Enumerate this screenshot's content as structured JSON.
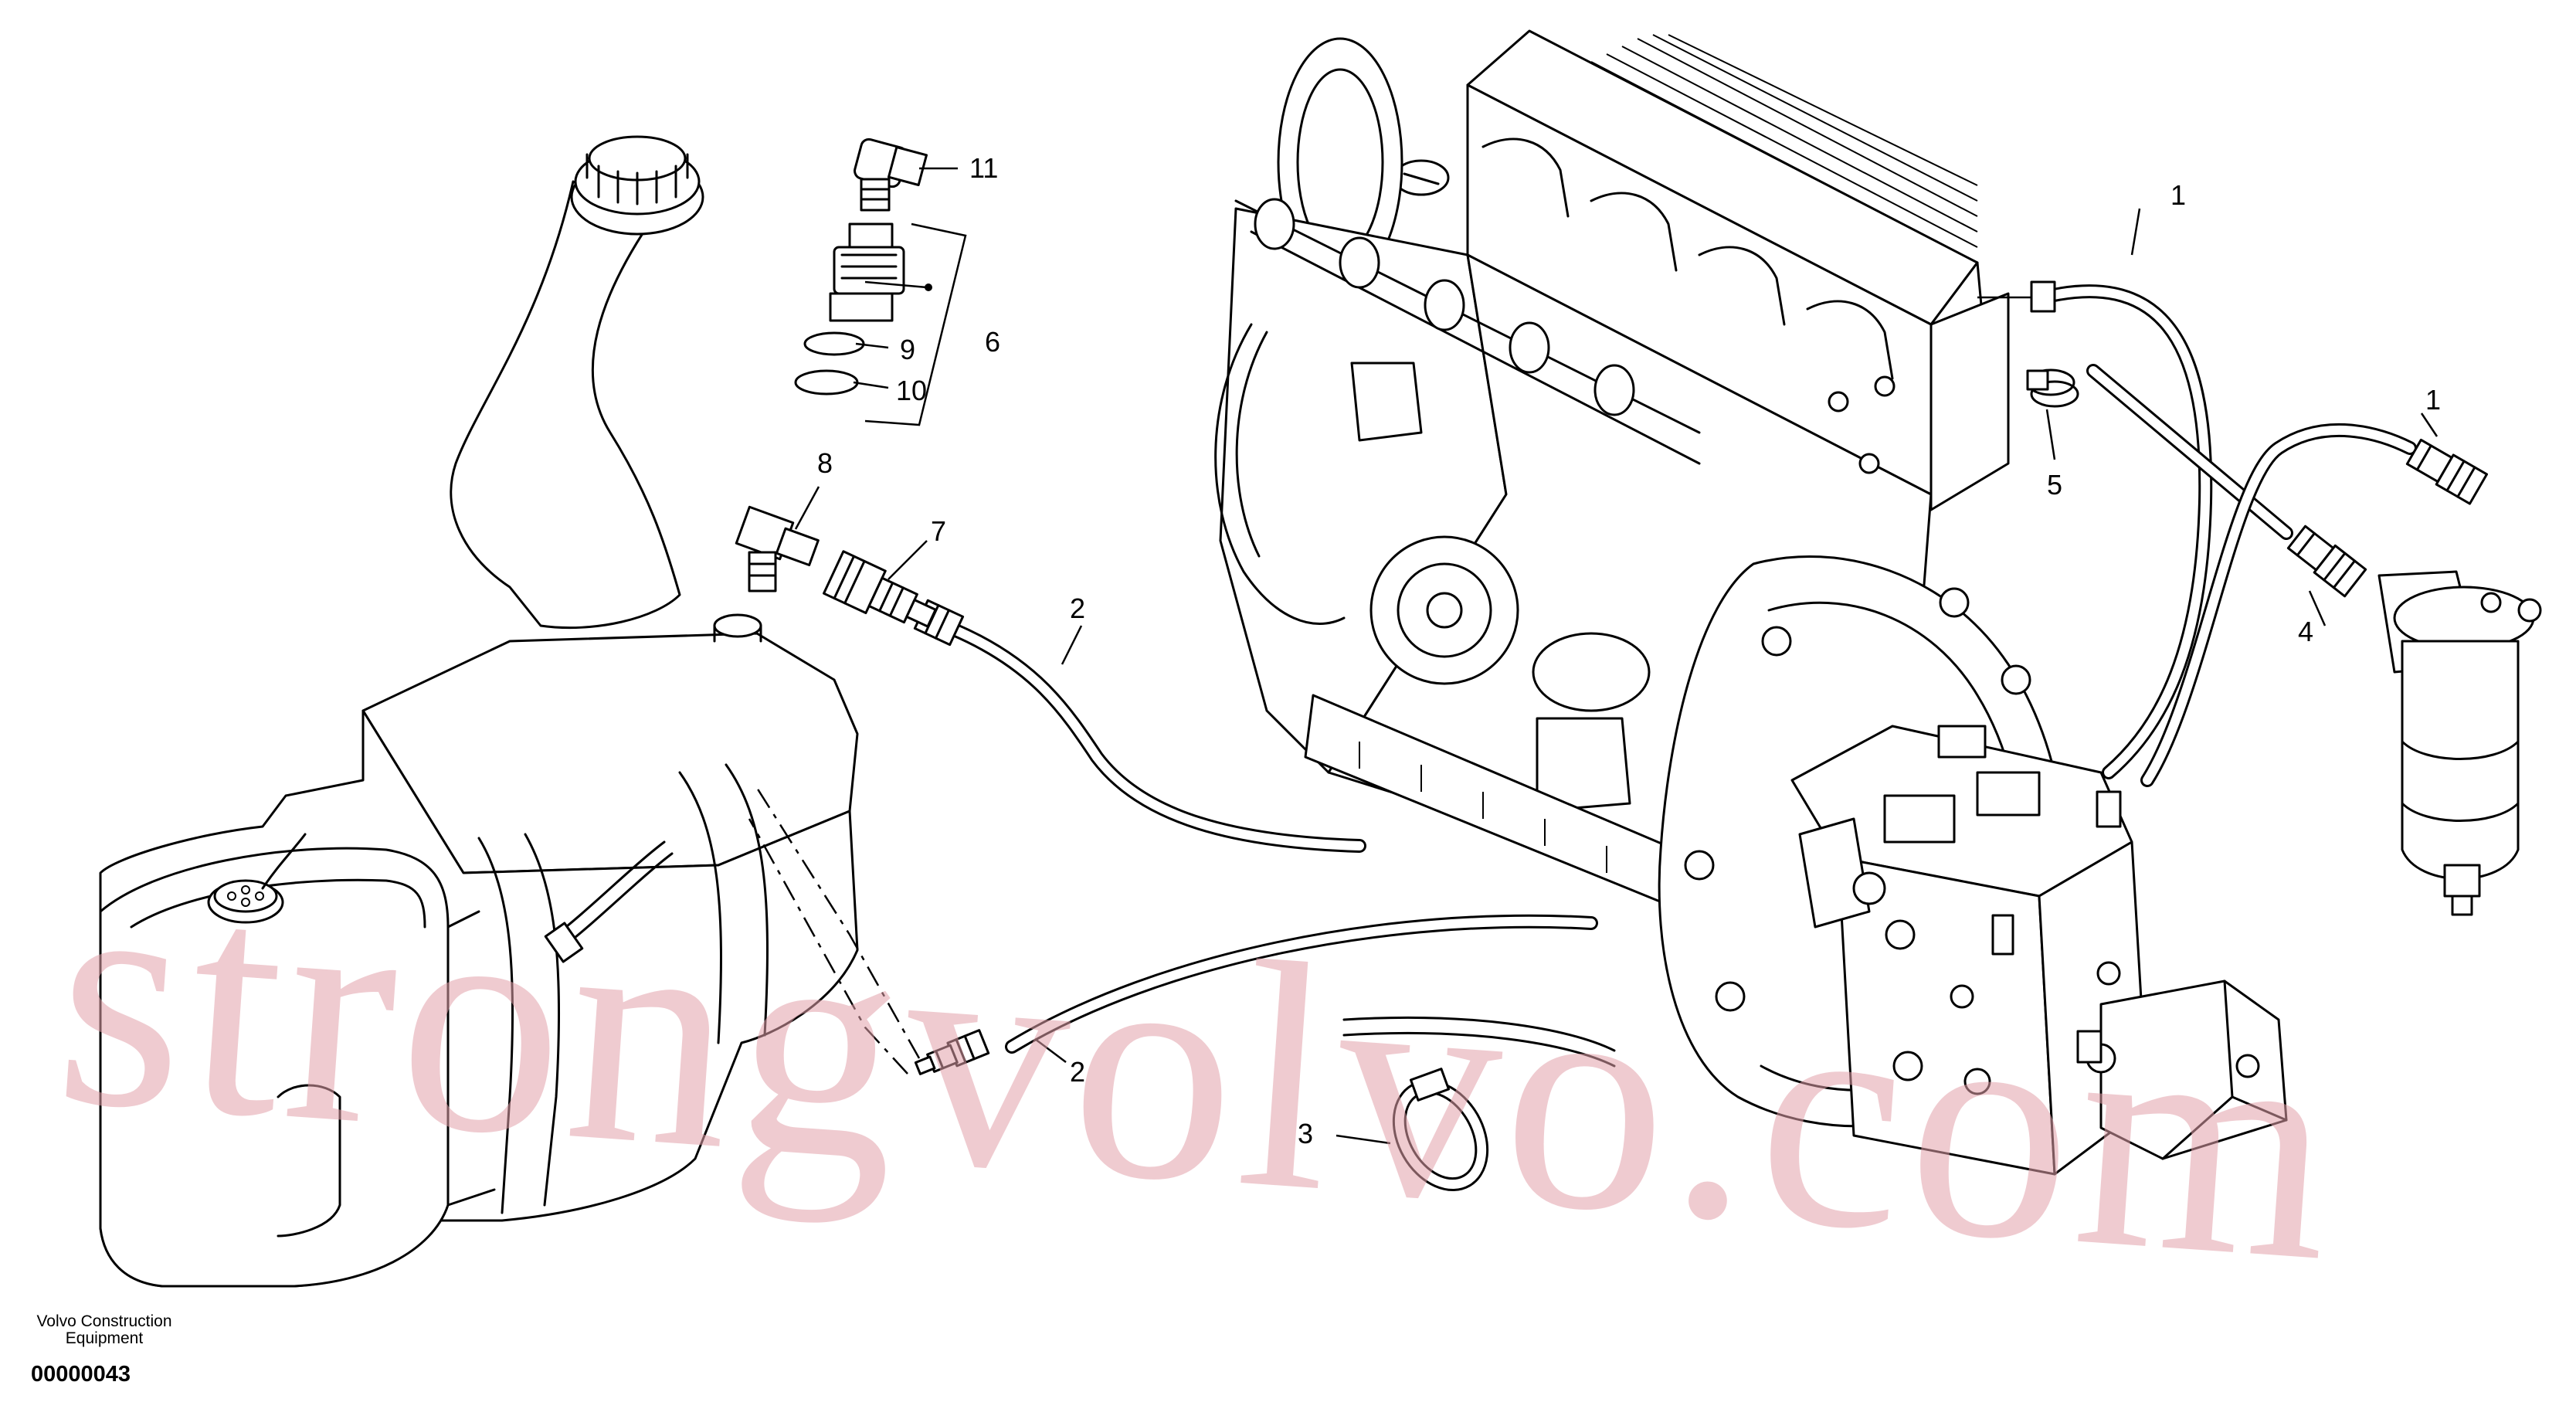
{
  "callouts": [
    {
      "id": "c1a",
      "text": "1"
    },
    {
      "id": "c1b",
      "text": "1"
    },
    {
      "id": "c2a",
      "text": "2"
    },
    {
      "id": "c2b",
      "text": "2"
    },
    {
      "id": "c3",
      "text": "3"
    },
    {
      "id": "c4",
      "text": "4"
    },
    {
      "id": "c5",
      "text": "5"
    },
    {
      "id": "c6",
      "text": "6"
    },
    {
      "id": "c7",
      "text": "7"
    },
    {
      "id": "c8",
      "text": "8"
    },
    {
      "id": "c9",
      "text": "9"
    },
    {
      "id": "c10",
      "text": "10"
    },
    {
      "id": "c11",
      "text": "11"
    }
  ],
  "brand": {
    "line1": "Volvo Construction",
    "line2": "Equipment"
  },
  "drawing_number": "00000043",
  "watermark": "strongvolvo.com",
  "colors": {
    "line": "#000000",
    "watermark": "#e2a1a9",
    "background": "#ffffff"
  }
}
